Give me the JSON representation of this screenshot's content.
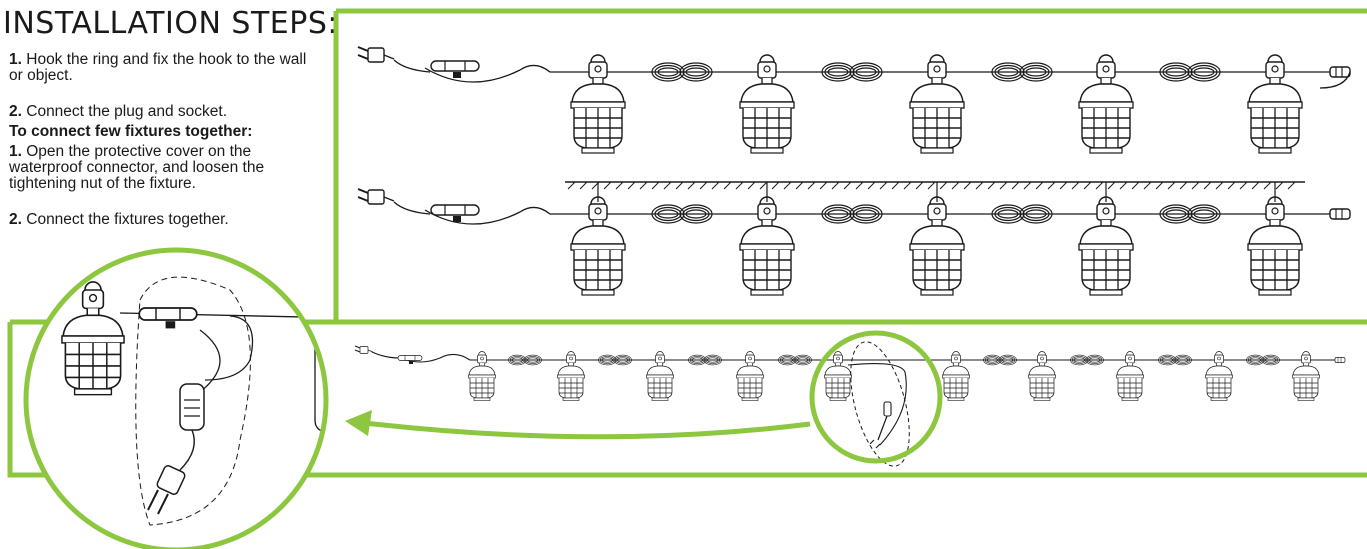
{
  "title": "INSTALLATION STEPS:",
  "steps_basic": [
    {
      "num": "1.",
      "text": "Hook the ring and fix the hook to the wall or object."
    },
    {
      "num": "2.",
      "text": "Connect the plug and socket."
    }
  ],
  "subheading": "To connect few fixtures together:",
  "steps_multi": [
    {
      "num": "1.",
      "text": "Open the protective cover on the waterproof connector, and loosen the tightening nut of the fixture."
    },
    {
      "num": "2.",
      "text": "Connect the fixtures together."
    }
  ],
  "colors": {
    "accent_green": "#8dc63f",
    "line": "#1a1a1a"
  }
}
